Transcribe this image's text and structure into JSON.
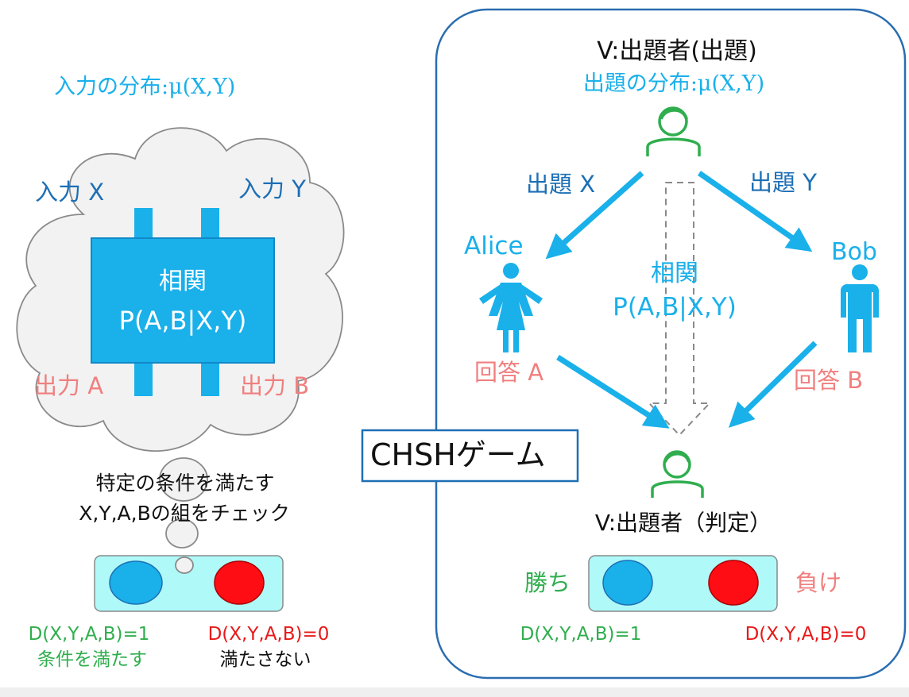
{
  "left": {
    "dist_label": "入力の分布",
    "dist_formula": ":μ(X,Y)",
    "input_x": "入力 X",
    "input_y": "入力 Y",
    "box_line1": "相関",
    "box_line2": "P(A,B|X,Y)",
    "output_a": "出力 A",
    "output_b": "出力 B",
    "check_line1": "特定の条件を満たす",
    "check_line2": "X,Y,A,Bの組をチェック",
    "d1": "D(X,Y,A,B)=1",
    "d1_sub": "条件を満たす",
    "d0": "D(X,Y,A,B)=0",
    "d0_sub": "満たさない"
  },
  "right": {
    "verifier_top": "V:出題者(出題)",
    "dist_label": "出題の分布",
    "dist_formula": ":μ(X,Y)",
    "q_x": "出題 X",
    "q_y": "出題 Y",
    "alice": "Alice",
    "bob": "Bob",
    "corr_line1": "相関",
    "corr_line2": "P(A,B|X,Y)",
    "ans_a": "回答 A",
    "ans_b": "回答 B",
    "verifier_bottom": "V:出題者（判定）",
    "win": "勝ち",
    "lose": "負け",
    "d1": "D(X,Y,A,B)=1",
    "d0": "D(X,Y,A,B)=0"
  },
  "chsh_label": "CHSHゲーム",
  "colors": {
    "cyan": "#1ab0ea",
    "dark_blue": "#1d6fb5",
    "pink": "#f07f7f",
    "green": "#2fae4e",
    "red": "#e81818",
    "panel_bg": "#aff9f9",
    "cloud_fill": "#f2f2f2",
    "frame": "#2a6db0"
  },
  "icons": [
    "person-outline-icon",
    "woman-icon",
    "man-icon"
  ]
}
